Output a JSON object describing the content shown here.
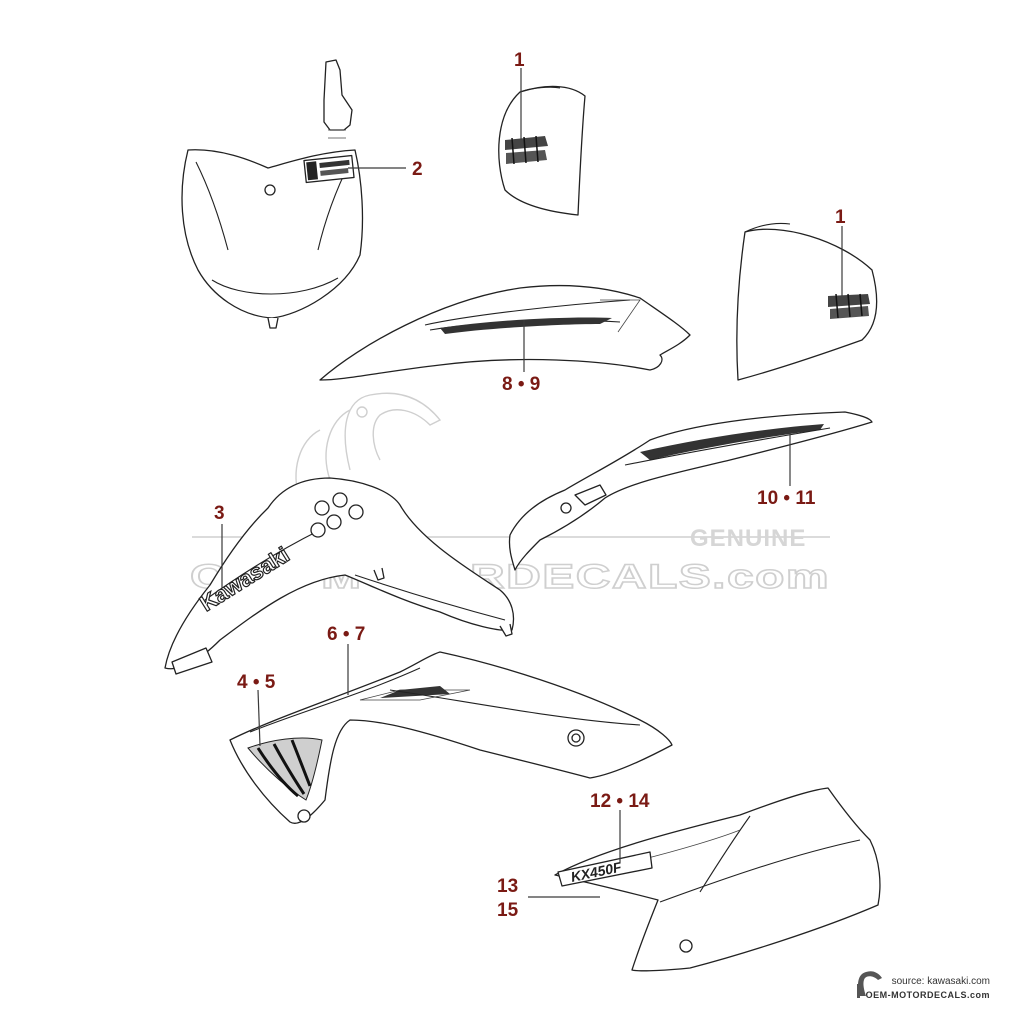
{
  "watermark": {
    "site": "OEM-MOTORDECALS.com",
    "badge": "GENUINE"
  },
  "decal_text": {
    "shroud_logo": "Kawasaki",
    "side_cover_logo": "KX450F"
  },
  "callouts": [
    {
      "id": "c1a",
      "label": "1"
    },
    {
      "id": "c1b",
      "label": "1"
    },
    {
      "id": "c2",
      "label": "2"
    },
    {
      "id": "c3",
      "label": "3"
    },
    {
      "id": "c45",
      "label": "4 • 5"
    },
    {
      "id": "c67",
      "label": "6 • 7"
    },
    {
      "id": "c89",
      "label": "8 • 9"
    },
    {
      "id": "c1011",
      "label": "10 • 11"
    },
    {
      "id": "c1214",
      "label": "12 • 14"
    },
    {
      "id": "c13",
      "label": "13"
    },
    {
      "id": "c15",
      "label": "15"
    }
  ],
  "footer": {
    "source": "source: kawasaki.com",
    "site": "OEM-MOTORDECALS.com"
  },
  "colors": {
    "callout": "#7a1a14",
    "line": "#222222",
    "watermark": "#cfcfcf"
  }
}
